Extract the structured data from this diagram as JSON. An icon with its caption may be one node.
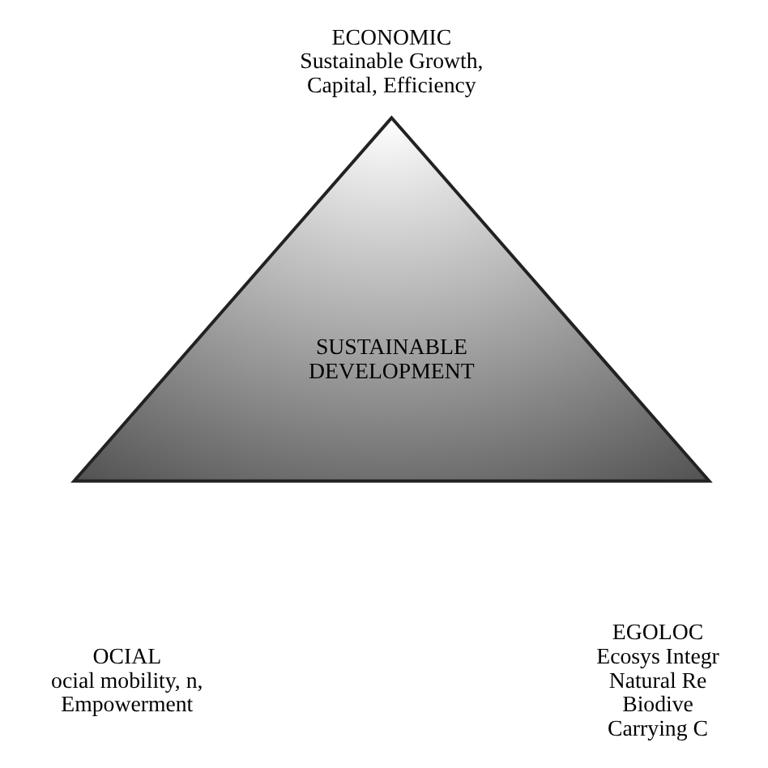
{
  "diagram": {
    "nodes": [
      {
        "text": [
          "SUSTAINABLE DEVELOPMENT"
        ]
      }
    ],
    "edges": [],
    "labels": [
      "ECONOMIC",
      "Sustainable Growth, Capital, Efficiency",
      "OCIAL",
      "ocial mobility, n, Empowerment",
      "EGOLOC",
      "Ecosys Integr Natural Re Biodive Carrying C"
    ]
  }
}
